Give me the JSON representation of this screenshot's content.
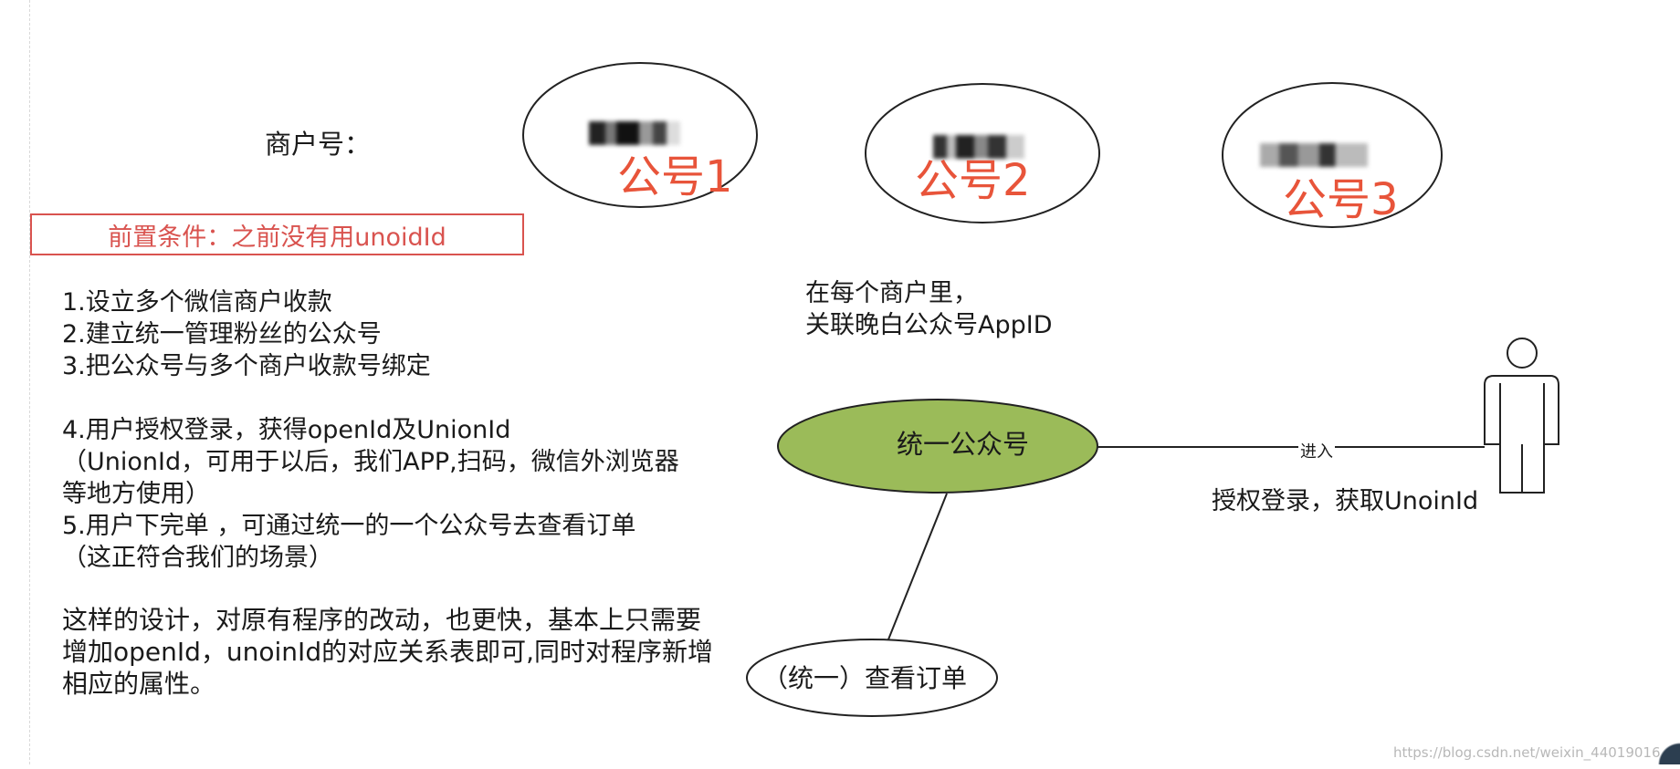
{
  "merchant": {
    "label": "商户号："
  },
  "precondition": {
    "text": "前置条件：之前没有用unoidId"
  },
  "steps": {
    "text": "1.设立多个微信商户收款\n2.建立统一管理粉丝的公众号\n3.把公众号与多个商户收款号绑定\n\n4.用户授权登录，获得openId及UnionId\n（UnionId，可用于以后，我们APP,扫码，微信外浏览器\n等地方使用）\n5.用户下完单 ，可通过统一的一个公众号去查看订单\n（这正符合我们的场景）"
  },
  "summary": {
    "text": "这样的设计，对原有程序的改动，也更快，基本上只需要\n增加openId，unoinId的对应关系表即可,同时对程序新增\n相应的属性。"
  },
  "accounts": [
    {
      "label": "公号1"
    },
    {
      "label": "公号2"
    },
    {
      "label": "公号3"
    }
  ],
  "merchant_note": {
    "text": "在每个商户里，\n关联晚白公众号AppID"
  },
  "unified_account": {
    "label": "统一公众号",
    "fill": "#9bbb59"
  },
  "view_orders": {
    "label": "（统一）查看订单"
  },
  "actor": {
    "enter_label": "进入",
    "caption": "授权登录，获取UnoinId"
  },
  "watermark": {
    "text": "https://blog.csdn.net/weixin_44019016"
  },
  "colors": {
    "accent_red": "#e8543a",
    "box_border": "#d9534f",
    "green": "#9bbb59"
  }
}
